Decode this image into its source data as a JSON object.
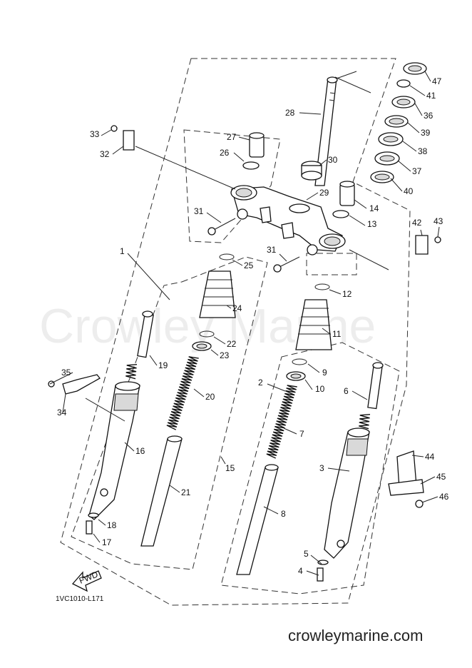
{
  "watermark": "Crowley Marine",
  "site": "crowleymarine.com",
  "diagram_code": "1VC1010-L171",
  "fwd": "FWD",
  "callouts": [
    "1",
    "2",
    "3",
    "4",
    "5",
    "6",
    "7",
    "8",
    "9",
    "10",
    "11",
    "12",
    "13",
    "14",
    "15",
    "16",
    "17",
    "18",
    "19",
    "20",
    "21",
    "22",
    "23",
    "24",
    "25",
    "26",
    "27",
    "28",
    "29",
    "30",
    "31",
    "31",
    "32",
    "33",
    "34",
    "35",
    "36",
    "37",
    "38",
    "39",
    "40",
    "41",
    "42",
    "43",
    "44",
    "45",
    "46",
    "47"
  ]
}
